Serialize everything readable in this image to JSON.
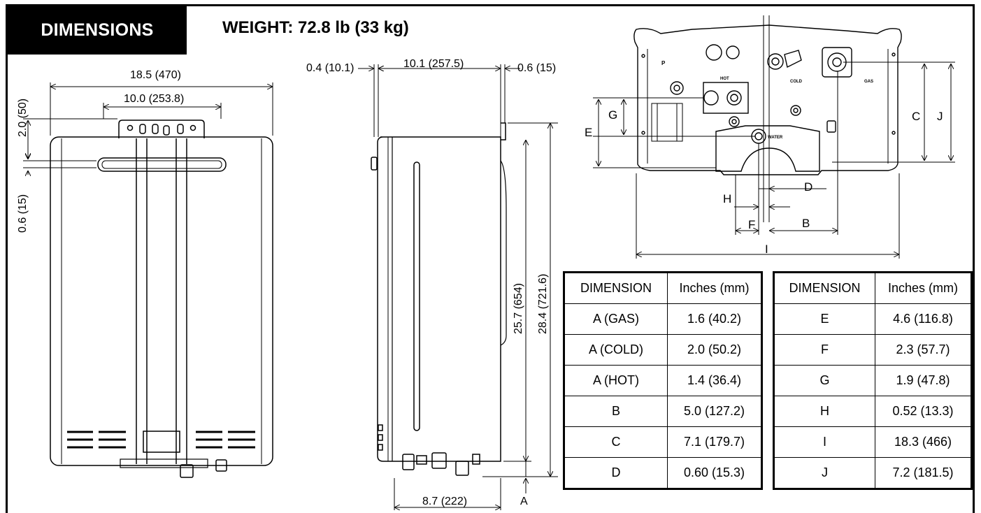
{
  "header": {
    "title": "DIMENSIONS",
    "weight": "WEIGHT: 72.8 lb (33 kg)"
  },
  "front_view": {
    "overall_width": "18.5 (470)",
    "bracket_width": "10.0 (253.8)",
    "bracket_height": "2.0 (50)",
    "handle_offset": "0.6 (15)"
  },
  "side_view": {
    "left_gap": "0.4 (10.1)",
    "body_depth": "10.1 (257.5)",
    "right_gap": "0.6 (15)",
    "body_height": "25.7 (654)",
    "overall_height": "28.4 (721.6)",
    "bottom_depth": "8.7 (222)",
    "a_label": "A"
  },
  "bottom_view": {
    "labels": {
      "C": "C",
      "J": "J",
      "G": "G",
      "E": "E",
      "D": "D",
      "H": "H",
      "F": "F",
      "B": "B",
      "I": "I"
    },
    "stamps": {
      "p": "P",
      "hot": "HOT",
      "cold": "COLD",
      "gas": "GAS",
      "water": "WATER"
    }
  },
  "table_left": {
    "headers": [
      "DIMENSION",
      "Inches (mm)"
    ],
    "rows": [
      [
        "A (GAS)",
        "1.6 (40.2)"
      ],
      [
        "A (COLD)",
        "2.0 (50.2)"
      ],
      [
        "A (HOT)",
        "1.4 (36.4)"
      ],
      [
        "B",
        "5.0 (127.2)"
      ],
      [
        "C",
        "7.1 (179.7)"
      ],
      [
        "D",
        "0.60 (15.3)"
      ]
    ]
  },
  "table_right": {
    "headers": [
      "DIMENSION",
      "Inches (mm)"
    ],
    "rows": [
      [
        "E",
        "4.6 (116.8)"
      ],
      [
        "F",
        "2.3 (57.7)"
      ],
      [
        "G",
        "1.9 (47.8)"
      ],
      [
        "H",
        "0.52 (13.3)"
      ],
      [
        "I",
        "18.3 (466)"
      ],
      [
        "J",
        "7.2 (181.5)"
      ]
    ]
  },
  "colors": {
    "line": "#000000",
    "background": "#ffffff",
    "header_bg": "#000000",
    "header_text": "#ffffff"
  }
}
